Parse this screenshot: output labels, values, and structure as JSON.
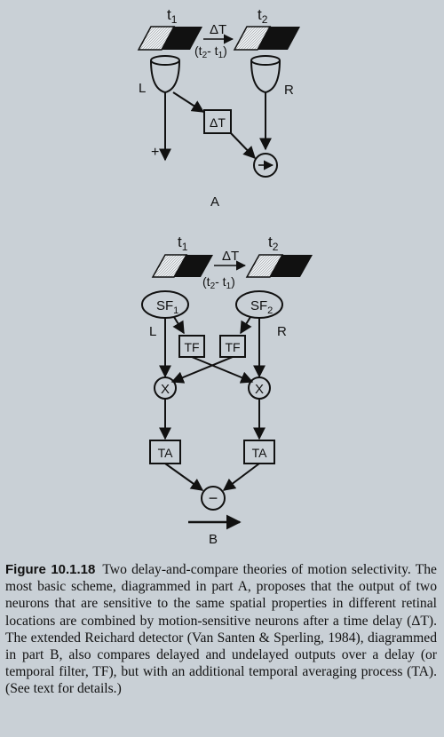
{
  "panel_a": {
    "label": "A",
    "t1": "t",
    "t1_sub": "1",
    "t2": "t",
    "t2_sub": "2",
    "delta_t": "ΔT",
    "diff_open": "(t",
    "diff_sub2": "2",
    "diff_mid": "- t",
    "diff_sub1": "1",
    "diff_close": ")",
    "left_label": "L",
    "right_label": "R",
    "delay_box": "ΔT",
    "plus_sign": "+"
  },
  "panel_b": {
    "label": "B",
    "t1": "t",
    "t1_sub": "1",
    "t2": "t",
    "t2_sub": "2",
    "delta_t": "ΔT",
    "diff_open": "(t",
    "diff_sub2": "2",
    "diff_mid": "- t",
    "diff_sub1": "1",
    "diff_close": ")",
    "left_label": "L",
    "right_label": "R",
    "sf1": "SF",
    "sf1_sub": "1",
    "sf2": "SF",
    "sf2_sub": "2",
    "tf_left": "TF",
    "tf_right": "TF",
    "mult_left": "X",
    "mult_right": "X",
    "ta_left": "TA",
    "ta_right": "TA",
    "minus_sign": "−"
  },
  "caption": {
    "figure_label": "Figure 10.1.18",
    "text": "Two delay-and-compare theories of motion selectivity. The most basic scheme, diagrammed in part A, proposes that the output of two neurons that are sensitive to the same spatial properties in different retinal locations are combined by motion-sensitive neurons after a time delay (ΔT). The extended Reichard detector (Van Santen & Sperling, 1984), diagrammed in part B, also compares delayed and undelayed outputs over a delay (or temporal filter, TF), but with an additional temporal averaging process (TA). (See text for details.)"
  },
  "colors": {
    "background": "#c9d0d6",
    "ink": "#111111"
  }
}
